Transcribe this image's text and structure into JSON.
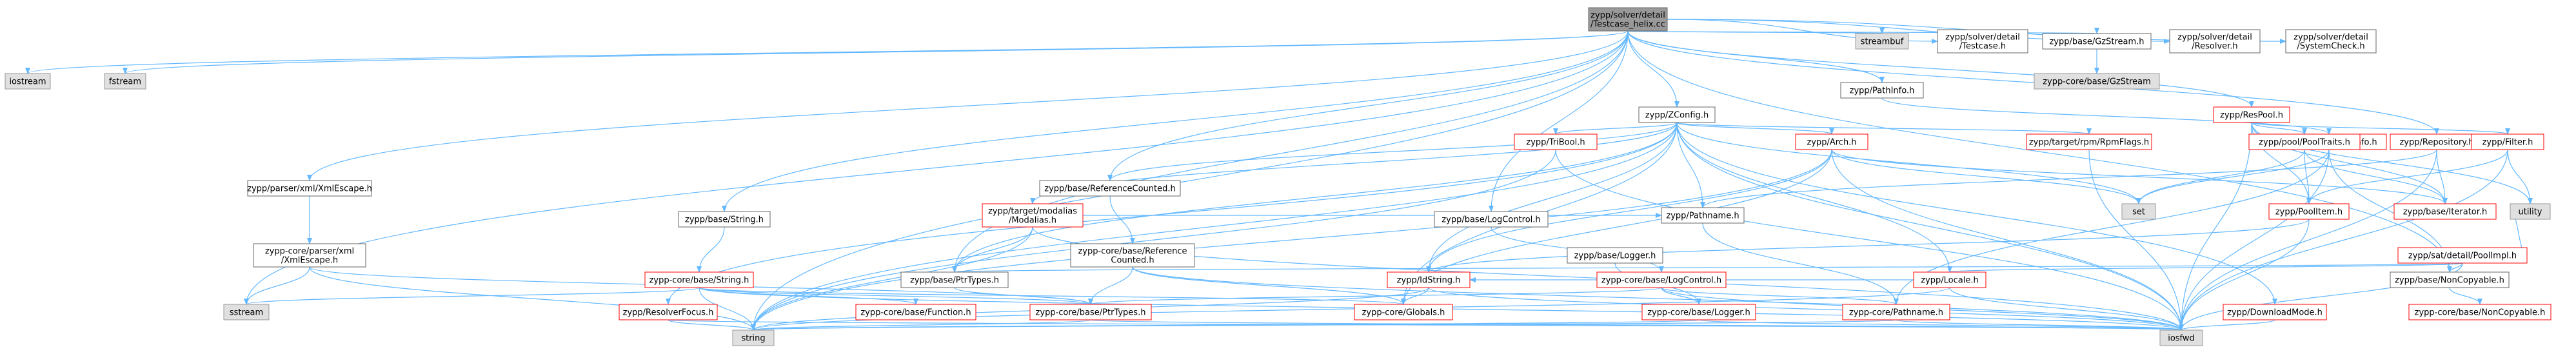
{
  "graph": {
    "root": "testcase_helix",
    "colors": {
      "edge": "#63b8ff",
      "root_fill": "#999999",
      "root_stroke": "#666666",
      "node_fill": "#ffffff",
      "node_stroke": "#666666",
      "red_stroke": "#ff0000",
      "system_fill": "#e0e0e0",
      "system_stroke": "#999999"
    },
    "nodes": [
      {
        "id": "testcase_helix",
        "lines": [
          "zypp/solver/detail",
          "/Testcase_helix.cc"
        ],
        "kind": "root"
      },
      {
        "id": "iostream",
        "lines": [
          "iostream"
        ],
        "kind": "system"
      },
      {
        "id": "fstream",
        "lines": [
          "fstream"
        ],
        "kind": "system"
      },
      {
        "id": "xmlescape_h",
        "lines": [
          "zypp/parser/xml/XmlEscape.h"
        ],
        "kind": "normal"
      },
      {
        "id": "core_xmlescape_h",
        "lines": [
          "zypp-core/parser/xml",
          "/XmlEscape.h"
        ],
        "kind": "normal"
      },
      {
        "id": "sstream",
        "lines": [
          "sstream"
        ],
        "kind": "system"
      },
      {
        "id": "string",
        "lines": [
          "string"
        ],
        "kind": "system"
      },
      {
        "id": "core_ptrtypes_h",
        "lines": [
          "zypp-core/base/PtrTypes.h"
        ],
        "kind": "red"
      },
      {
        "id": "iosfwd",
        "lines": [
          "iosfwd"
        ],
        "kind": "system"
      },
      {
        "id": "zconfig_h",
        "lines": [
          "zypp/ZConfig.h"
        ],
        "kind": "normal"
      },
      {
        "id": "refcounted_h",
        "lines": [
          "zypp/base/ReferenceCounted.h"
        ],
        "kind": "normal"
      },
      {
        "id": "core_refcounted_h",
        "lines": [
          "zypp-core/base/Reference",
          "Counted.h"
        ],
        "kind": "normal"
      },
      {
        "id": "core_globals_h",
        "lines": [
          "zypp-core/Globals.h"
        ],
        "kind": "red"
      },
      {
        "id": "base_ptrtypes_h",
        "lines": [
          "zypp/base/PtrTypes.h"
        ],
        "kind": "normal"
      },
      {
        "id": "set",
        "lines": [
          "set"
        ],
        "kind": "system"
      },
      {
        "id": "base_string_h",
        "lines": [
          "zypp/base/String.h"
        ],
        "kind": "normal"
      },
      {
        "id": "core_string_h",
        "lines": [
          "zypp-core/base/String.h"
        ],
        "kind": "red"
      },
      {
        "id": "core_function_h",
        "lines": [
          "zypp-core/base/Function.h"
        ],
        "kind": "red"
      },
      {
        "id": "base_iterator_h",
        "lines": [
          "zypp/base/Iterator.h"
        ],
        "kind": "red"
      },
      {
        "id": "arch_h",
        "lines": [
          "zypp/Arch.h"
        ],
        "kind": "red"
      },
      {
        "id": "idstring_h",
        "lines": [
          "zypp/IdString.h"
        ],
        "kind": "red"
      },
      {
        "id": "locale_h",
        "lines": [
          "zypp/Locale.h"
        ],
        "kind": "red"
      },
      {
        "id": "pathname_h",
        "lines": [
          "zypp/Pathname.h"
        ],
        "kind": "normal"
      },
      {
        "id": "core_pathname_h",
        "lines": [
          "zypp-core/Pathname.h"
        ],
        "kind": "red"
      },
      {
        "id": "modaliases_h",
        "lines": [
          "zypp/target/modalias",
          "/Modalias.h"
        ],
        "kind": "red"
      },
      {
        "id": "rpmflags_h",
        "lines": [
          "zypp/target/rpm/RpmFlags.h"
        ],
        "kind": "red"
      },
      {
        "id": "logcontrol_h",
        "lines": [
          "zypp/base/LogControl.h"
        ],
        "kind": "normal"
      },
      {
        "id": "core_logcontrol_h",
        "lines": [
          "zypp-core/base/LogControl.h"
        ],
        "kind": "red"
      },
      {
        "id": "base_logger_h",
        "lines": [
          "zypp/base/Logger.h"
        ],
        "kind": "normal"
      },
      {
        "id": "core_logger_h",
        "lines": [
          "zypp-core/base/Logger.h"
        ],
        "kind": "red"
      },
      {
        "id": "tribool_h",
        "lines": [
          "zypp/TriBool.h"
        ],
        "kind": "red"
      },
      {
        "id": "resolverfocus_h",
        "lines": [
          "zypp/ResolverFocus.h"
        ],
        "kind": "red"
      },
      {
        "id": "downloadmode_h",
        "lines": [
          "zypp/DownloadMode.h"
        ],
        "kind": "red"
      },
      {
        "id": "pathinfo_h",
        "lines": [
          "zypp/PathInfo.h"
        ],
        "kind": "normal"
      },
      {
        "id": "core_pathinfo_h",
        "lines": [
          "zypp-core/fs/PathInfo.h"
        ],
        "kind": "red"
      },
      {
        "id": "respool_h",
        "lines": [
          "zypp/ResPool.h"
        ],
        "kind": "red"
      },
      {
        "id": "repository_h",
        "lines": [
          "zypp/Repository.h"
        ],
        "kind": "red"
      },
      {
        "id": "pooltraits_h",
        "lines": [
          "zypp/pool/PoolTraits.h"
        ],
        "kind": "red"
      },
      {
        "id": "poolitem_h",
        "lines": [
          "zypp/PoolItem.h"
        ],
        "kind": "red"
      },
      {
        "id": "filter_h",
        "lines": [
          "zypp/Filter.h"
        ],
        "kind": "red"
      },
      {
        "id": "utility",
        "lines": [
          "utility"
        ],
        "kind": "system"
      },
      {
        "id": "poolimpl_h",
        "lines": [
          "zypp/sat/detail/PoolImpl.h"
        ],
        "kind": "red"
      },
      {
        "id": "noncopyable_h",
        "lines": [
          "zypp/base/NonCopyable.h"
        ],
        "kind": "normal"
      },
      {
        "id": "core_noncopyable_h",
        "lines": [
          "zypp-core/base/NonCopyable.h"
        ],
        "kind": "red"
      },
      {
        "id": "streambuf",
        "lines": [
          "streambuf"
        ],
        "kind": "system"
      },
      {
        "id": "testcase_h",
        "lines": [
          "zypp/solver/detail",
          "/Testcase.h"
        ],
        "kind": "normal"
      },
      {
        "id": "gzstream_h",
        "lines": [
          "zypp/base/GzStream.h"
        ],
        "kind": "normal"
      },
      {
        "id": "core_gzstream",
        "lines": [
          "zypp-core/base/GzStream"
        ],
        "kind": "system"
      },
      {
        "id": "resolver_h",
        "lines": [
          "zypp/solver/detail",
          "/Resolver.h"
        ],
        "kind": "normal"
      },
      {
        "id": "systemcheck_h",
        "lines": [
          "zypp/solver/detail",
          "/SystemCheck.h"
        ],
        "kind": "normal"
      }
    ],
    "edges": [
      [
        "testcase_helix",
        "iostream"
      ],
      [
        "testcase_helix",
        "fstream"
      ],
      [
        "testcase_helix",
        "xmlescape_h"
      ],
      [
        "testcase_helix",
        "sstream"
      ],
      [
        "testcase_helix",
        "string"
      ],
      [
        "testcase_helix",
        "zconfig_h"
      ],
      [
        "testcase_helix",
        "base_string_h"
      ],
      [
        "testcase_helix",
        "base_ptrtypes_h"
      ],
      [
        "testcase_helix",
        "pathinfo_h"
      ],
      [
        "testcase_helix",
        "respool_h"
      ],
      [
        "testcase_helix",
        "repository_h"
      ],
      [
        "testcase_helix",
        "logcontrol_h"
      ],
      [
        "testcase_helix",
        "streambuf"
      ],
      [
        "testcase_helix",
        "testcase_h"
      ],
      [
        "testcase_helix",
        "gzstream_h"
      ],
      [
        "testcase_helix",
        "resolver_h"
      ],
      [
        "testcase_helix",
        "systemcheck_h"
      ],
      [
        "testcase_helix",
        "noncopyable_h"
      ],
      [
        "testcase_helix",
        "refcounted_h"
      ],
      [
        "xmlescape_h",
        "core_xmlescape_h"
      ],
      [
        "core_xmlescape_h",
        "string"
      ],
      [
        "core_xmlescape_h",
        "core_ptrtypes_h"
      ],
      [
        "core_xmlescape_h",
        "sstream"
      ],
      [
        "zconfig_h",
        "refcounted_h"
      ],
      [
        "zconfig_h",
        "base_ptrtypes_h"
      ],
      [
        "zconfig_h",
        "set"
      ],
      [
        "zconfig_h",
        "string"
      ],
      [
        "zconfig_h",
        "arch_h"
      ],
      [
        "zconfig_h",
        "locale_h"
      ],
      [
        "zconfig_h",
        "pathname_h"
      ],
      [
        "zconfig_h",
        "idstring_h"
      ],
      [
        "zconfig_h",
        "modaliases_h"
      ],
      [
        "zconfig_h",
        "rpmflags_h"
      ],
      [
        "zconfig_h",
        "tribool_h"
      ],
      [
        "zconfig_h",
        "resolverfocus_h"
      ],
      [
        "zconfig_h",
        "downloadmode_h"
      ],
      [
        "zconfig_h",
        "iosfwd"
      ],
      [
        "zconfig_h",
        "core_globals_h"
      ],
      [
        "refcounted_h",
        "core_refcounted_h"
      ],
      [
        "core_refcounted_h",
        "core_globals_h"
      ],
      [
        "core_refcounted_h",
        "core_ptrtypes_h"
      ],
      [
        "core_refcounted_h",
        "iosfwd"
      ],
      [
        "base_ptrtypes_h",
        "core_ptrtypes_h"
      ],
      [
        "core_ptrtypes_h",
        "string"
      ],
      [
        "core_ptrtypes_h",
        "iosfwd"
      ],
      [
        "base_string_h",
        "core_string_h"
      ],
      [
        "core_string_h",
        "iosfwd"
      ],
      [
        "core_string_h",
        "string"
      ],
      [
        "core_string_h",
        "sstream"
      ],
      [
        "core_string_h",
        "core_function_h"
      ],
      [
        "core_string_h",
        "core_ptrtypes_h"
      ],
      [
        "core_string_h",
        "core_globals_h"
      ],
      [
        "arch_h",
        "iosfwd"
      ],
      [
        "arch_h",
        "set"
      ],
      [
        "arch_h",
        "string"
      ],
      [
        "arch_h",
        "idstring_h"
      ],
      [
        "arch_h",
        "base_iterator_h"
      ],
      [
        "arch_h",
        "core_globals_h"
      ],
      [
        "idstring_h",
        "iosfwd"
      ],
      [
        "idstring_h",
        "string"
      ],
      [
        "idstring_h",
        "core_globals_h"
      ],
      [
        "locale_h",
        "iosfwd"
      ],
      [
        "locale_h",
        "string"
      ],
      [
        "locale_h",
        "idstring_h"
      ],
      [
        "pathname_h",
        "core_pathname_h"
      ],
      [
        "core_pathname_h",
        "string"
      ],
      [
        "core_pathname_h",
        "iosfwd"
      ],
      [
        "modaliases_h",
        "iosfwd"
      ],
      [
        "modaliases_h",
        "string"
      ],
      [
        "modaliases_h",
        "base_ptrtypes_h"
      ],
      [
        "modaliases_h",
        "pathname_h"
      ],
      [
        "rpmflags_h",
        "iosfwd"
      ],
      [
        "logcontrol_h",
        "core_logcontrol_h"
      ],
      [
        "core_logcontrol_h",
        "iosfwd"
      ],
      [
        "core_logcontrol_h",
        "core_ptrtypes_h"
      ],
      [
        "core_logcontrol_h",
        "core_pathname_h"
      ],
      [
        "core_logcontrol_h",
        "core_logger_h"
      ],
      [
        "base_logger_h",
        "core_logger_h"
      ],
      [
        "core_logger_h",
        "iosfwd"
      ],
      [
        "core_logger_h",
        "string"
      ],
      [
        "tribool_h",
        "iosfwd"
      ],
      [
        "tribool_h",
        "string"
      ],
      [
        "resolverfocus_h",
        "iosfwd"
      ],
      [
        "resolverfocus_h",
        "string"
      ],
      [
        "downloadmode_h",
        "iosfwd"
      ],
      [
        "pathinfo_h",
        "core_pathinfo_h"
      ],
      [
        "core_pathinfo_h",
        "iosfwd"
      ],
      [
        "core_pathinfo_h",
        "set"
      ],
      [
        "core_pathinfo_h",
        "core_pathname_h"
      ],
      [
        "core_pathinfo_h",
        "noncopyable_h"
      ],
      [
        "respool_h",
        "iosfwd"
      ],
      [
        "respool_h",
        "pooltraits_h"
      ],
      [
        "respool_h",
        "poolitem_h"
      ],
      [
        "respool_h",
        "filter_h"
      ],
      [
        "respool_h",
        "utility"
      ],
      [
        "respool_h",
        "base_iterator_h"
      ],
      [
        "repository_h",
        "iosfwd"
      ],
      [
        "repository_h",
        "base_iterator_h"
      ],
      [
        "repository_h",
        "pathname_h"
      ],
      [
        "pooltraits_h",
        "set"
      ],
      [
        "pooltraits_h",
        "poolitem_h"
      ],
      [
        "pooltraits_h",
        "base_iterator_h"
      ],
      [
        "poolitem_h",
        "iosfwd"
      ],
      [
        "poolitem_h",
        "idstring_h"
      ],
      [
        "filter_h",
        "iosfwd"
      ],
      [
        "filter_h",
        "utility"
      ],
      [
        "filter_h",
        "poolitem_h"
      ],
      [
        "poolimpl_h",
        "iosfwd"
      ],
      [
        "poolimpl_h",
        "utility"
      ],
      [
        "poolimpl_h",
        "noncopyable_h"
      ],
      [
        "poolimpl_h",
        "locale_h"
      ],
      [
        "poolimpl_h",
        "base_ptrtypes_h"
      ],
      [
        "noncopyable_h",
        "core_noncopyable_h"
      ],
      [
        "gzstream_h",
        "core_gzstream"
      ]
    ]
  }
}
